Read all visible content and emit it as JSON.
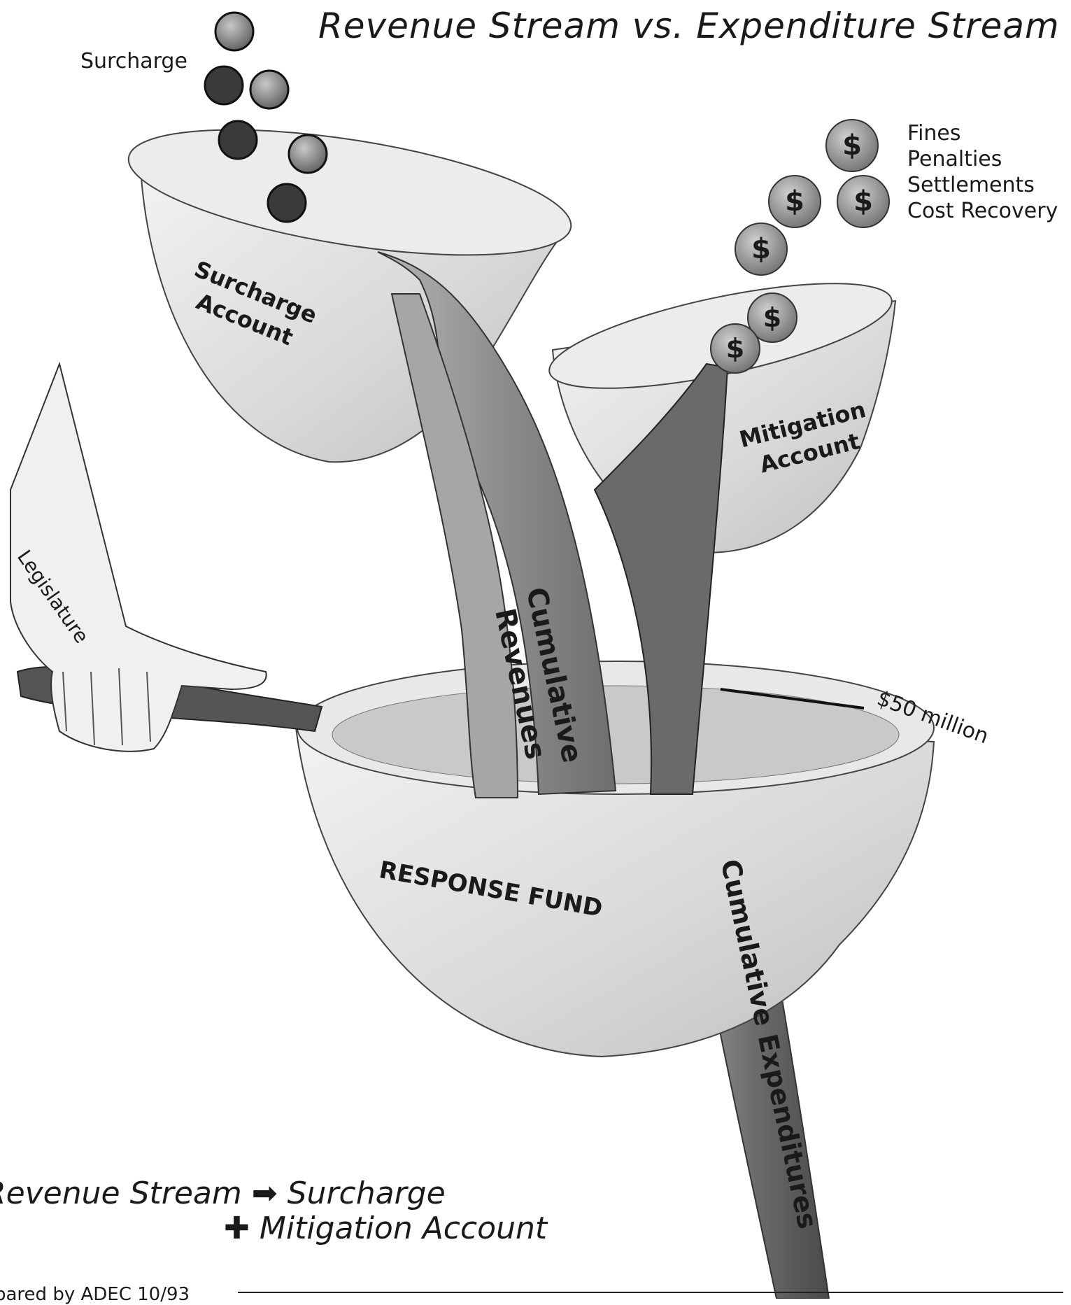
{
  "title": "Revenue Stream vs. Expenditure Stream",
  "surcharge_coins": {
    "label": "Surcharge",
    "icon": "nickel-coin-icon"
  },
  "dollar_coins": {
    "icon": "dollar-coin-icon",
    "glyph": "$",
    "sources": [
      "Fines",
      "Penalties",
      "Settlements",
      "Cost Recovery"
    ]
  },
  "accounts": {
    "surcharge": {
      "line1": "Surcharge",
      "line2": "Account"
    },
    "mitigation": {
      "line1": "Mitigation",
      "line2": "Account"
    },
    "response_fund": "RESPONSE FUND"
  },
  "streams": {
    "revenues_line1": "Cumulative",
    "revenues_line2": "Revenues",
    "expenditures": "Cumulative Expenditures"
  },
  "hand_label": "Legislature",
  "fund_level_label": "$50 million",
  "legend": {
    "line1_left": "Revenue Stream",
    "arrow": "➡",
    "line1_right": "Surcharge",
    "plus": "✚",
    "line2": "Mitigation Account"
  },
  "footer": "pared by ADEC 10/93",
  "colors": {
    "ink": "#1a1a1a",
    "bowl_fill": "#dcdcdc",
    "stream_light": "#9b9b9b",
    "stream_dark": "#5a5a5a",
    "coin": "#7a7a7a"
  }
}
